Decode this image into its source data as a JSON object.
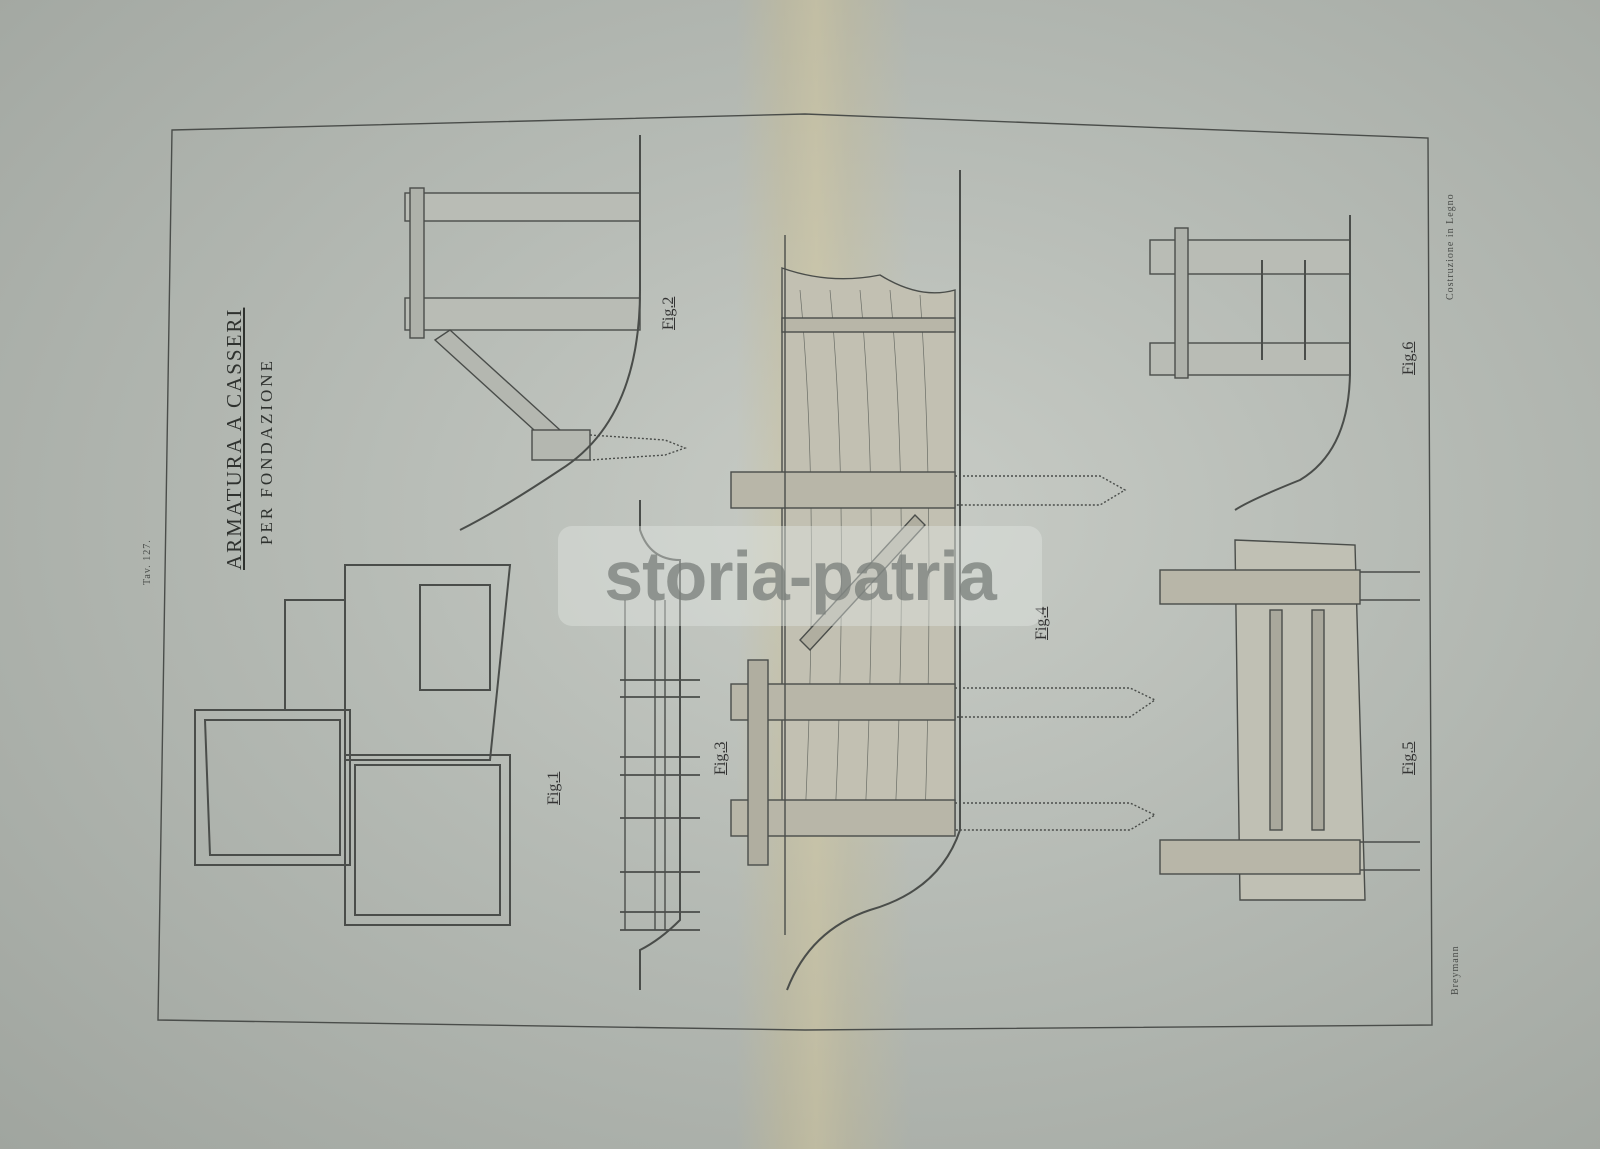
{
  "plate": {
    "plate_number": "Tav. 127.",
    "title": "ARMATURA A CASSERI",
    "subtitle": "PER FONDAZIONE",
    "series_title": "Costruzione in Legno",
    "publisher": "Breymann",
    "watermark": "storia-patria"
  },
  "figures": [
    {
      "id": "fig1",
      "label": "Fig.1",
      "description": "Plan view of cofferdam framing with bolted timbers"
    },
    {
      "id": "fig2",
      "label": "Fig.2",
      "description": "Section of timber frame with diagonal brace against bank"
    },
    {
      "id": "fig3",
      "label": "Fig.3",
      "description": "Elevation of pile row with walings"
    },
    {
      "id": "fig4",
      "label": "Fig.4",
      "description": "Elevation of sheet-plank wall with piles and brace"
    },
    {
      "id": "fig5",
      "label": "Fig.5",
      "description": "Plank wall with double walings and bolts"
    },
    {
      "id": "fig6",
      "label": "Fig.6",
      "description": "Section of double timber frame with tie bolts"
    }
  ],
  "colors": {
    "paper": "#c3c7c1",
    "ink": "#3a3d3a",
    "fold_tint": "#d6c896"
  }
}
